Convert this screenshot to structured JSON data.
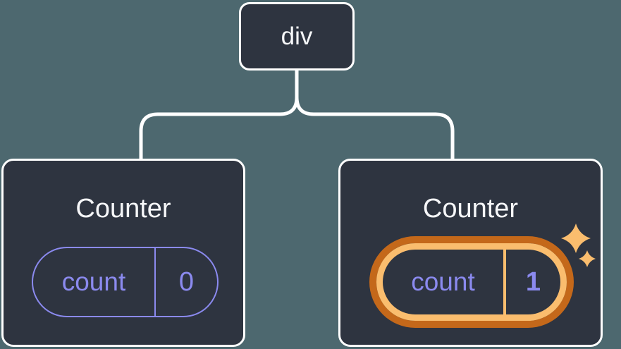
{
  "diagram": {
    "description": "React component tree: a div parent with two Counter children; the second Counter's state is highlighted",
    "root_label": "div",
    "children": [
      {
        "title": "Counter",
        "state_key": "count",
        "state_value": "0",
        "highlighted": false
      },
      {
        "title": "Counter",
        "state_key": "count",
        "state_value": "1",
        "highlighted": true
      }
    ],
    "icons": [
      "sparkles-icon"
    ]
  },
  "colors": {
    "background": "#4D686F",
    "node_fill": "#2E3440",
    "node_border": "#FFFFFF",
    "connector": "#FFFFFF",
    "text_primary": "#F6F7F9",
    "state_purple": "#8B8AEF",
    "highlight_orange_dark": "#C4681A",
    "highlight_orange_light": "#FABD6E"
  }
}
